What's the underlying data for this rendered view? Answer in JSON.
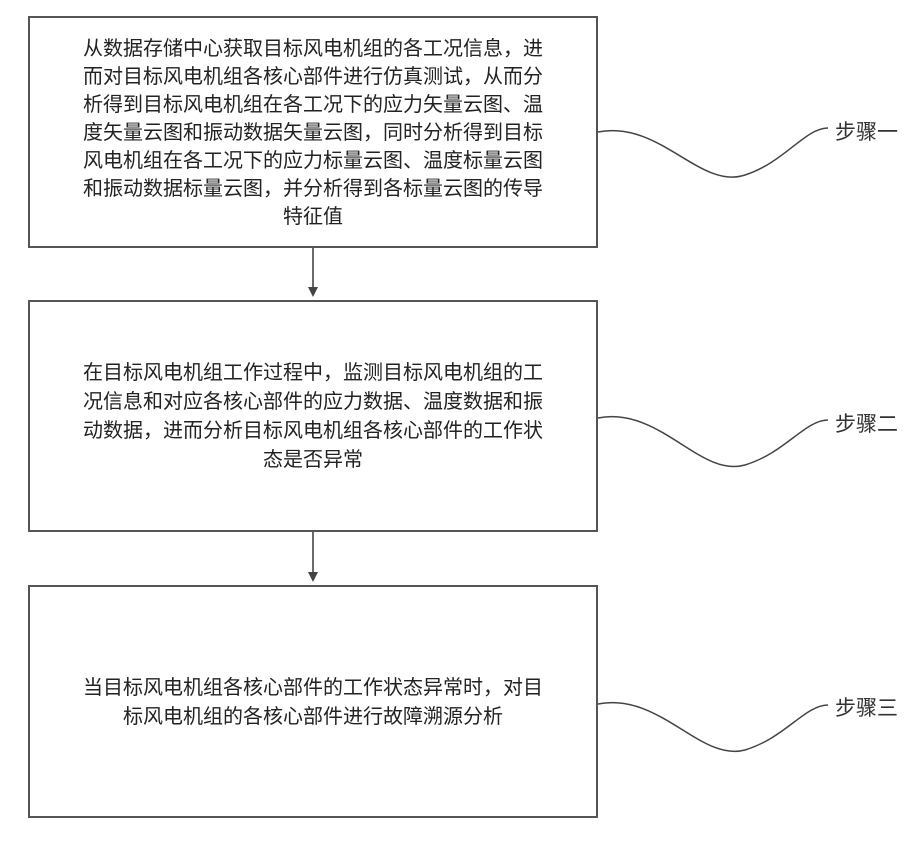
{
  "steps": [
    {
      "label": "步骤一",
      "text": "从数据存储中心获取目标风电机组的各工况信息，进\n而对目标风电机组各核心部件进行仿真测试，从而分\n析得到目标风电机组在各工况下的应力矢量云图、温\n度矢量云图和振动数据矢量云图，同时分析得到目标\n风电机组在各工况下的应力标量云图、温度标量云图\n和振动数据标量云图，并分析得到各标量云图的传导\n特征值"
    },
    {
      "label": "步骤二",
      "text": "在目标风电机组工作过程中，监测目标风电机组的工\n况信息和对应各核心部件的应力数据、温度数据和振\n动数据，进而分析目标风电机组各核心部件的工作状\n态是否异常"
    },
    {
      "label": "步骤三",
      "text": "当目标风电机组各核心部件的工作状态异常时，对目\n标风电机组的各核心部件进行故障溯源分析"
    }
  ],
  "colors": {
    "border": "#555555",
    "line": "#444444",
    "text": "#222222"
  }
}
